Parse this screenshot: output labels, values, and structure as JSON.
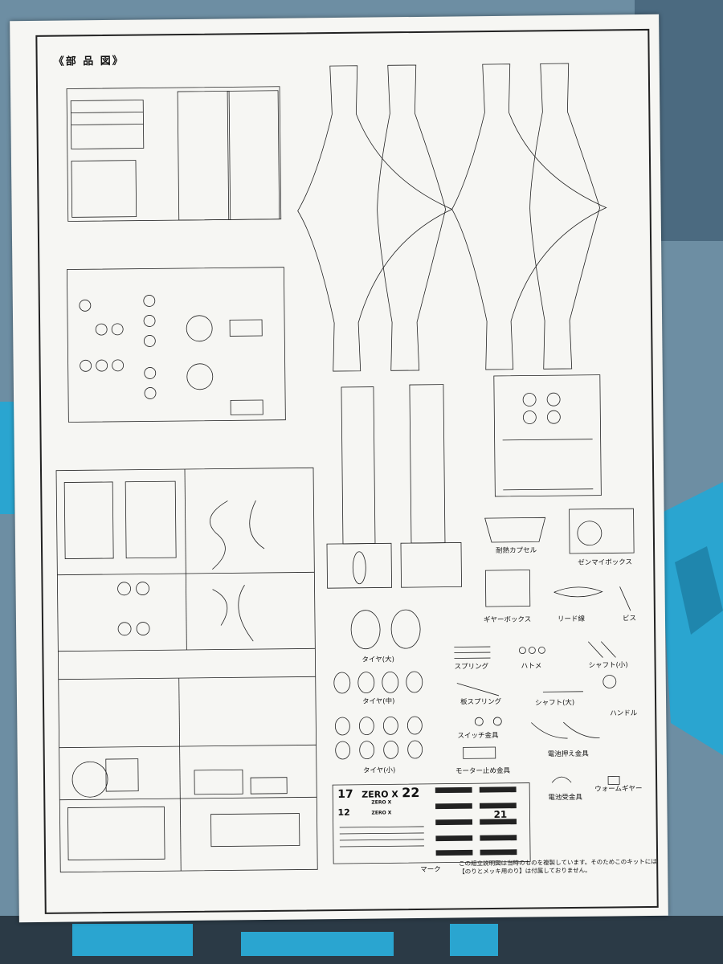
{
  "page": {
    "title": "《部 品 図》",
    "colors": {
      "paper": "#f6f6f3",
      "ink": "#222222",
      "plastic": "#2aa5d0",
      "background": "#6d8ea3"
    }
  },
  "parts": {
    "capsule": "耐熱カプセル",
    "zenmai_box": "ゼンマイボックス",
    "gear_box": "ギヤーボックス",
    "lead_wire": "リード線",
    "screw": "ビス",
    "tire_large": "タイヤ(大)",
    "spring": "スプリング",
    "eyelet": "ハトメ",
    "shaft_small": "シャフト(小)",
    "tire_medium": "タイヤ(中)",
    "leaf_spring": "板スプリング",
    "shaft_large": "シャフト(大)",
    "handle": "ハンドル",
    "switch_fitting": "スイッチ金具",
    "battery_holder": "電池押え金具",
    "tire_small": "タイヤ(小)",
    "motor_stop": "モーター止め金具",
    "battery_receiver": "電池受金具",
    "worm_gear": "ウォームギヤー",
    "decal": "マーク"
  },
  "decal_texts": [
    "17",
    "ZERO X",
    "22",
    "12",
    "ZERO X",
    "ZERO X",
    "21"
  ],
  "note": {
    "line1": "この組立説明図は当時のものを複製しています。そのためこのキットには",
    "line2": "【のりとメッキ用のり】は付属しておりません。"
  }
}
